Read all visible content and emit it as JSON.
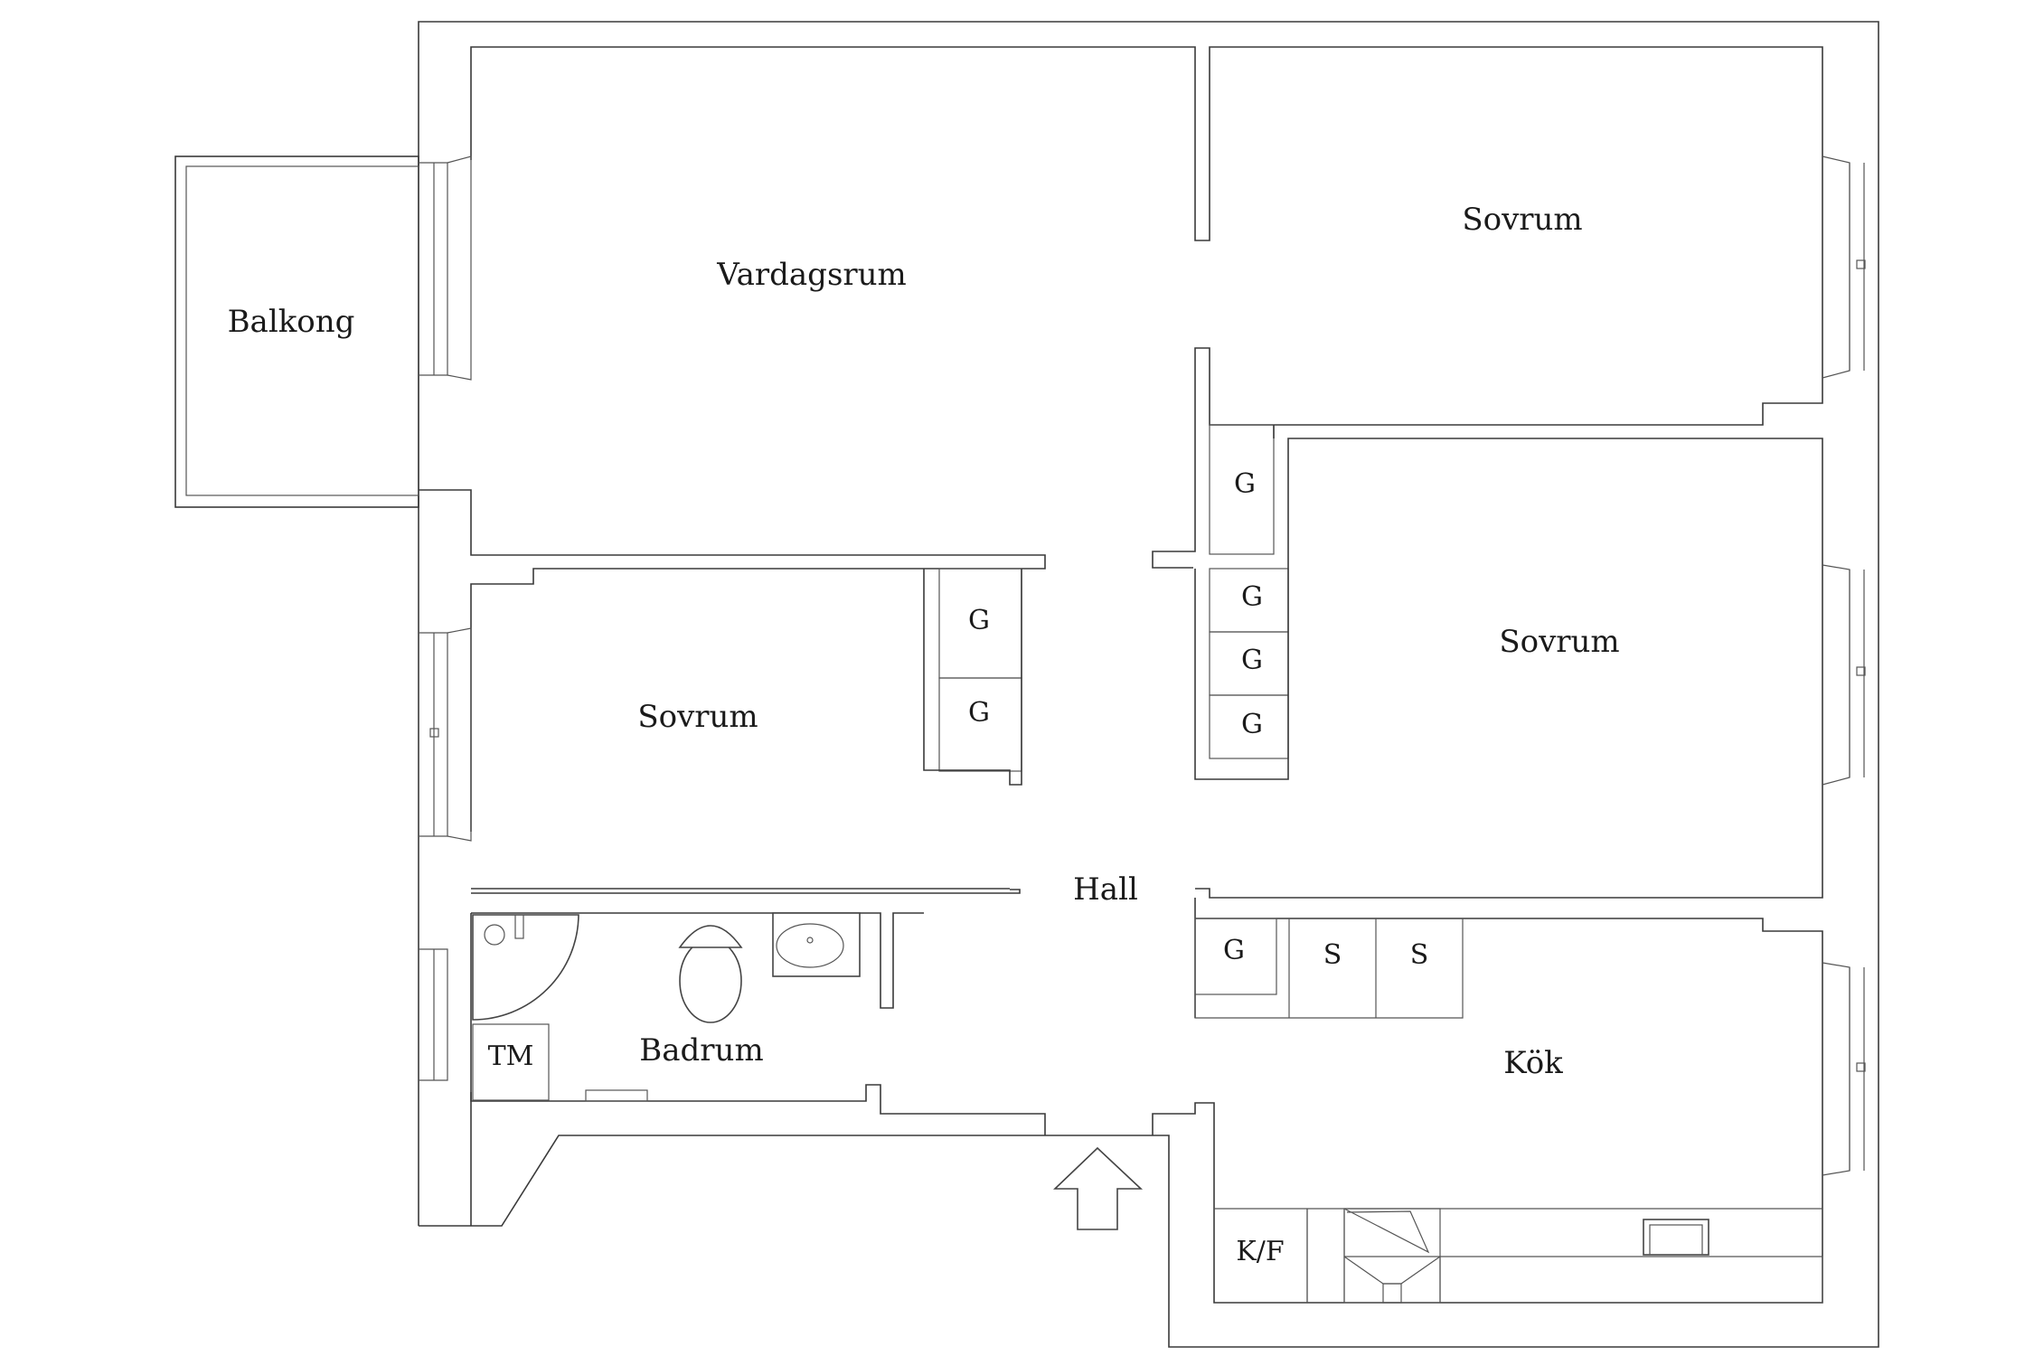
{
  "rooms": {
    "vardagsrum": "Vardagsrum",
    "balkong": "Balkong",
    "sovrum_top": "Sovrum",
    "sovrum_left": "Sovrum",
    "sovrum_right": "Sovrum",
    "hall": "Hall",
    "badrum": "Badrum",
    "kok": "Kök"
  },
  "storage": {
    "g_right_1": "G",
    "g_right_2": "G",
    "g_right_3": "G",
    "g_right_4": "G",
    "g_left_1": "G",
    "g_left_2": "G",
    "g_kitchen": "G",
    "s1": "S",
    "s2": "S"
  },
  "appliances": {
    "tm": "TM",
    "kf": "K/F"
  }
}
